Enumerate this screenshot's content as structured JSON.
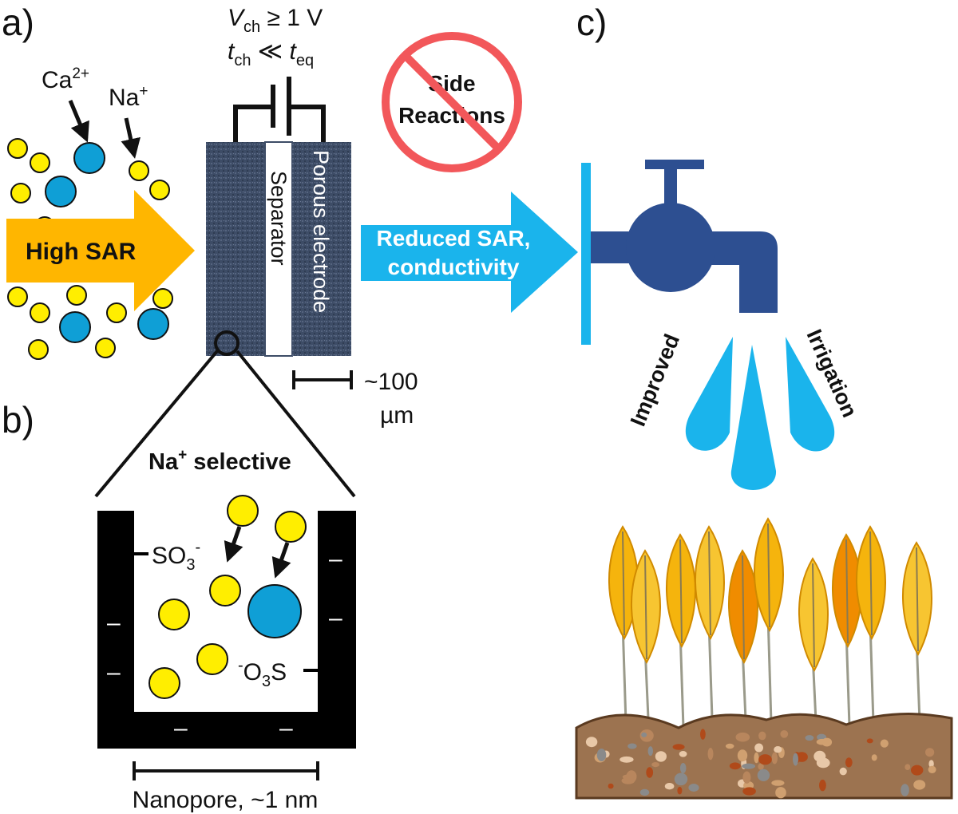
{
  "panels": {
    "a": "a)",
    "b": "b)",
    "c": "c)"
  },
  "ions": {
    "ca": "Ca",
    "ca_sup": "2+",
    "na": "Na",
    "na_sup": "+"
  },
  "arrows": {
    "high_sar": "High SAR",
    "reduced_line1": "Reduced SAR,",
    "reduced_line2": "conductivity"
  },
  "voltage": {
    "v": "V",
    "v_sub": "ch",
    "v_rest": " ≥ 1 V",
    "t": "t",
    "t_sub": "ch",
    "t_mid": " ≪ ",
    "t2": "t",
    "t2_sub": "eq"
  },
  "cell": {
    "separator": "Separator",
    "electrode": "Porous electrode"
  },
  "scale": {
    "line1": "~100",
    "line2": "µm"
  },
  "side_reactions": {
    "line1": "Side",
    "line2": "Reactions"
  },
  "pore": {
    "title": "Na",
    "title_sup": "+",
    "title_rest": " selective",
    "so3_left": "SO",
    "so3_left_sub": "3",
    "so3_left_sup": "-",
    "so3_right_sup": "-",
    "so3_right_a": "O",
    "so3_right_sub": "3",
    "so3_right_b": "S",
    "minus": "–",
    "width_label": "Nanopore, ~1 nm"
  },
  "tap": {
    "improved": "Improved",
    "irrigation": "Irrigation"
  },
  "colors": {
    "na_yellow": "#ffee00",
    "ca_blue": "#0f9fd6",
    "high_sar_orange": "#ffb600",
    "reduced_blue": "#1ab4ec",
    "tap_navy": "#2d4f91",
    "electrode_navy": "#3d4c66",
    "no_red": "#f2575a",
    "soil_brown": "#9c7350"
  }
}
